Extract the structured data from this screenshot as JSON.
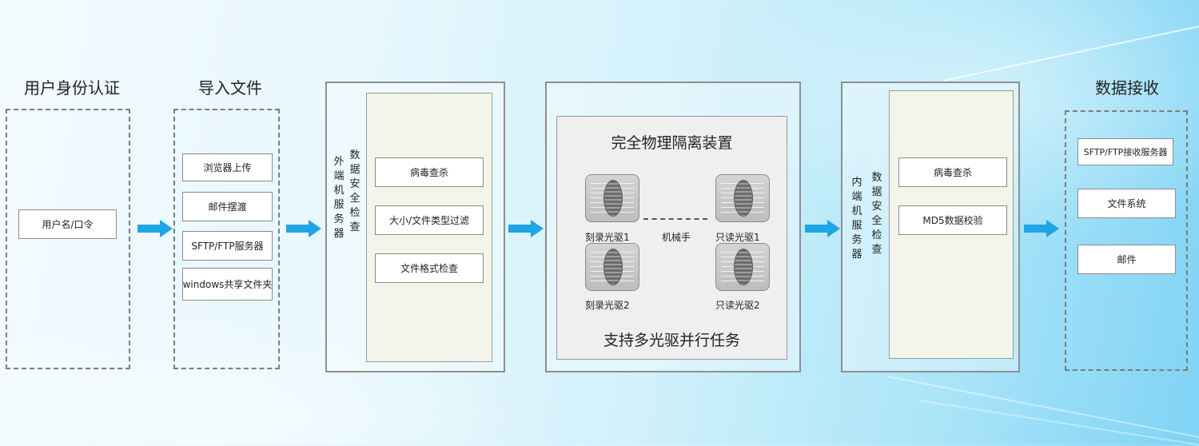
{
  "columns": {
    "auth": {
      "title": "用户身份认证",
      "items": [
        "用户名/口令"
      ]
    },
    "import": {
      "title": "导入文件",
      "items": [
        "浏览器上传",
        "邮件摆渡",
        "SFTP/FTP服务器",
        "windows共享文件夹"
      ]
    },
    "outer": {
      "server_label": "外端机服务器",
      "check_label": "数据安全检查",
      "items": [
        "病毒查杀",
        "大小/文件类型过滤",
        "文件格式检查"
      ]
    },
    "isolation": {
      "title": "完全物理隔离装置",
      "footer": "支持多光驱并行任务",
      "drives": {
        "burn1": "刻录光驱1",
        "burn2": "刻录光驱2",
        "read1": "只读光驱1",
        "read2": "只读光驱2"
      },
      "robot": "机械手"
    },
    "inner": {
      "server_label": "内端机服务器",
      "check_label": "数据安全检查",
      "items": [
        "病毒查杀",
        "MD5数据校验"
      ]
    },
    "receive": {
      "title": "数据接收",
      "items": [
        "SFTP/FTP接收服务器",
        "文件系统",
        "邮件"
      ]
    }
  },
  "colors": {
    "arrow": "#1ea5e6",
    "panel_fill": "#f3f5ea",
    "isolation_fill": "#efefef"
  },
  "icons": {
    "arrow": "right-arrow-icon",
    "drive": "optical-drive-icon"
  }
}
